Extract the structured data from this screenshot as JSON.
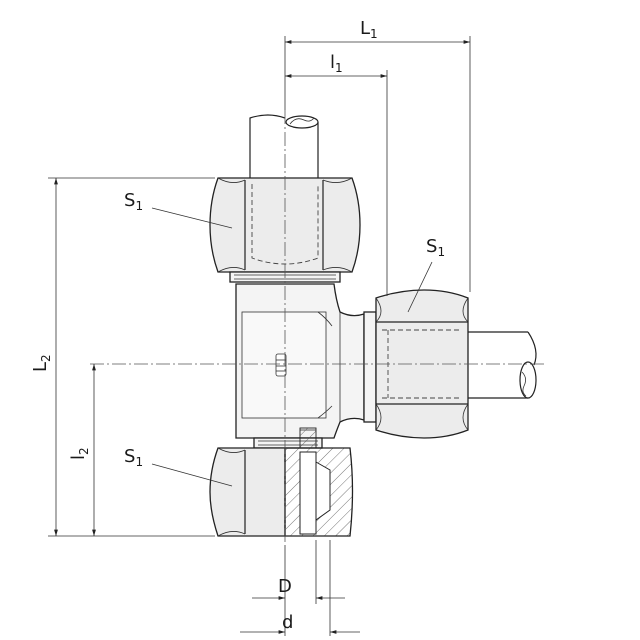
{
  "labels": {
    "L1": {
      "main": "L",
      "sub": "1"
    },
    "l1": {
      "main": "l",
      "sub": "1"
    },
    "L2": {
      "main": "L",
      "sub": "2"
    },
    "l2": {
      "main": "l",
      "sub": "2"
    },
    "S1_top": {
      "main": "S",
      "sub": "1"
    },
    "S1_right": {
      "main": "S",
      "sub": "1"
    },
    "S1_bottom": {
      "main": "S",
      "sub": "1"
    },
    "D": "D",
    "d": "d"
  },
  "colors": {
    "line": "#222222",
    "fill": "#f0f0f0",
    "background": "#ffffff"
  }
}
